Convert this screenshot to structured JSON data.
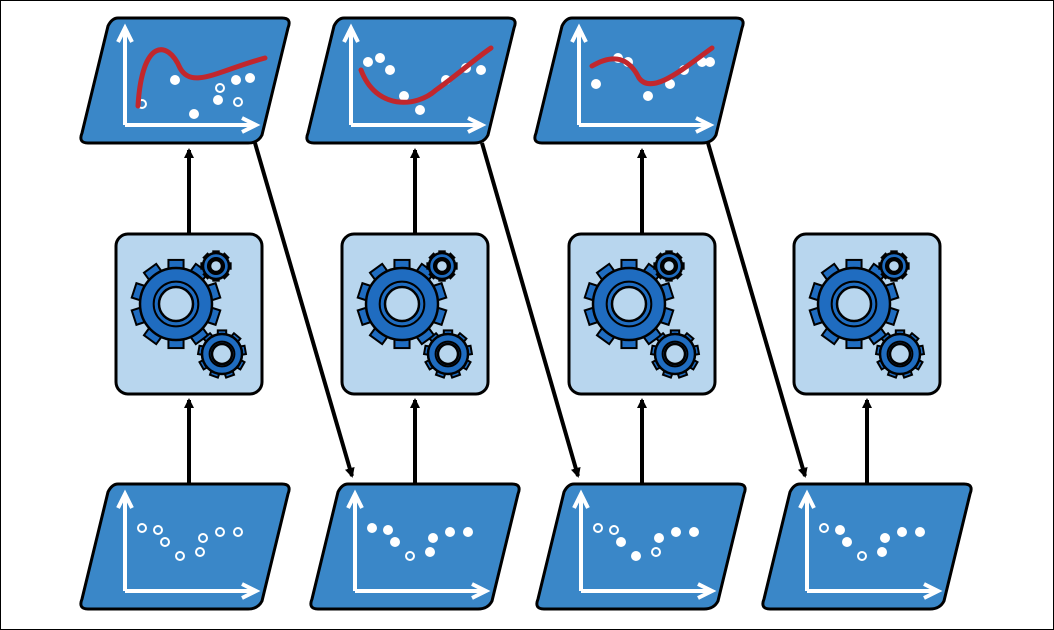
{
  "diagram": {
    "description_visible_text": "",
    "colors": {
      "panel_fill": "#3a87c8",
      "box_fill": "#b8d6ee",
      "gear_fill": "#1f6cc0",
      "stroke": "#000000",
      "axis": "#ffffff",
      "curve": "#c1272d"
    },
    "columns": [
      {
        "id": "stage-1",
        "has_prediction": true
      },
      {
        "id": "stage-2",
        "has_prediction": true
      },
      {
        "id": "stage-3",
        "has_prediction": true
      },
      {
        "id": "stage-4",
        "has_prediction": false
      }
    ],
    "icons": [
      "gears-icon",
      "scatter-plot-icon",
      "fitted-curve-icon",
      "arrow-icon"
    ]
  }
}
